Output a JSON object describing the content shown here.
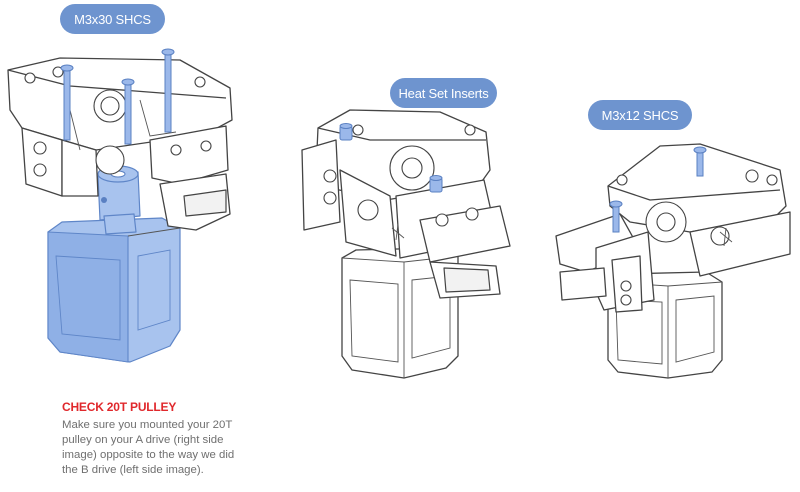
{
  "callouts": {
    "left": "M3x30 SHCS",
    "center": "Heat Set Inserts",
    "right": "M3x12 SHCS"
  },
  "note": {
    "title": "CHECK 20T PULLEY",
    "lines": [
      "Make sure you mounted your 20T",
      "pulley on your A drive (right side",
      "image) opposite to the way we did",
      "the B drive (left side image)."
    ]
  },
  "colors": {
    "callout_fill": "#6e94cf",
    "highlight_blue": "#a8c3ee",
    "warning_red": "#e0282c",
    "body_text": "#6f6f6f"
  }
}
